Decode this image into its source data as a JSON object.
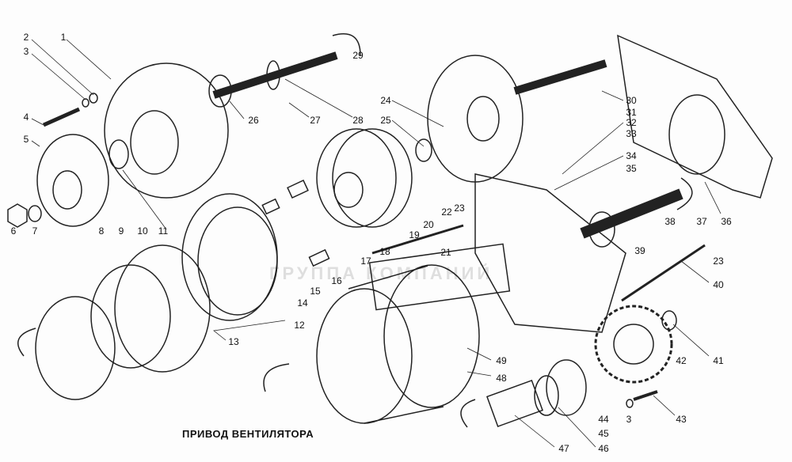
{
  "title": "ПРИВОД ВЕНТИЛЯТОРА",
  "watermark": "ГРУППА КОМПАНИЙ",
  "labels": {
    "l1": "1",
    "l2": "2",
    "l3": "3",
    "l3b": "3",
    "l4": "4",
    "l5": "5",
    "l6": "6",
    "l7": "7",
    "l8": "8",
    "l9": "9",
    "l10": "10",
    "l11": "11",
    "l12": "12",
    "l13": "13",
    "l14": "14",
    "l15": "15",
    "l16": "16",
    "l17": "17",
    "l18": "18",
    "l19": "19",
    "l20": "20",
    "l21": "21",
    "l22": "22",
    "l23": "23",
    "l23b": "23",
    "l24": "24",
    "l25": "25",
    "l26": "26",
    "l27": "27",
    "l28": "28",
    "l29": "29",
    "l30": "30",
    "l31": "31",
    "l32": "32",
    "l33": "33",
    "l34": "34",
    "l35": "35",
    "l36": "36",
    "l37": "37",
    "l38": "38",
    "l39": "39",
    "l40": "40",
    "l41": "41",
    "l42": "42",
    "l43": "43",
    "l44": "44",
    "l45": "45",
    "l46": "46",
    "l47": "47",
    "l48": "48",
    "l49": "49"
  }
}
